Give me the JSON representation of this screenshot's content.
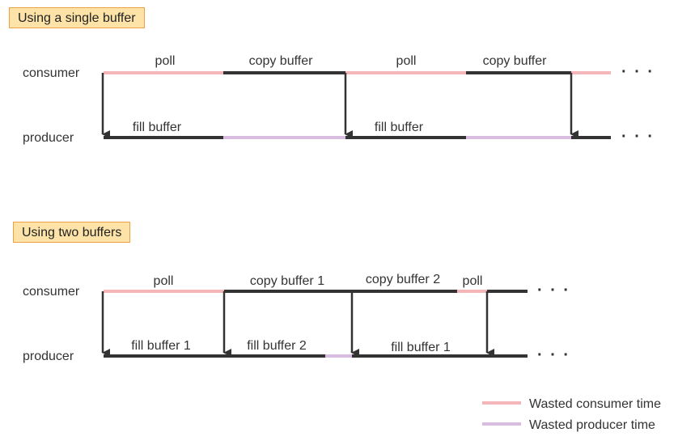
{
  "colors": {
    "line": "#333333",
    "wasted_consumer": "#f4b6b8",
    "wasted_producer": "#d8bde0",
    "title_bg": "#fde3a7",
    "title_border": "#f0a040"
  },
  "sections": [
    {
      "title": "Using a single buffer",
      "rows": {
        "consumer": "consumer",
        "producer": "producer"
      },
      "consumer_labels": [
        "poll",
        "copy buffer",
        "poll",
        "copy buffer"
      ],
      "producer_labels": [
        "fill buffer",
        "fill buffer"
      ],
      "ellipsis": "· · ·"
    },
    {
      "title": "Using two buffers",
      "rows": {
        "consumer": "consumer",
        "producer": "producer"
      },
      "consumer_labels": [
        "poll",
        "copy buffer 1",
        "copy buffer 2",
        "poll"
      ],
      "producer_labels": [
        "fill buffer 1",
        "fill buffer 2",
        "fill buffer 1"
      ],
      "ellipsis": "· · ·"
    }
  ],
  "legend": {
    "consumer": "Wasted consumer time",
    "producer": "Wasted producer time"
  }
}
